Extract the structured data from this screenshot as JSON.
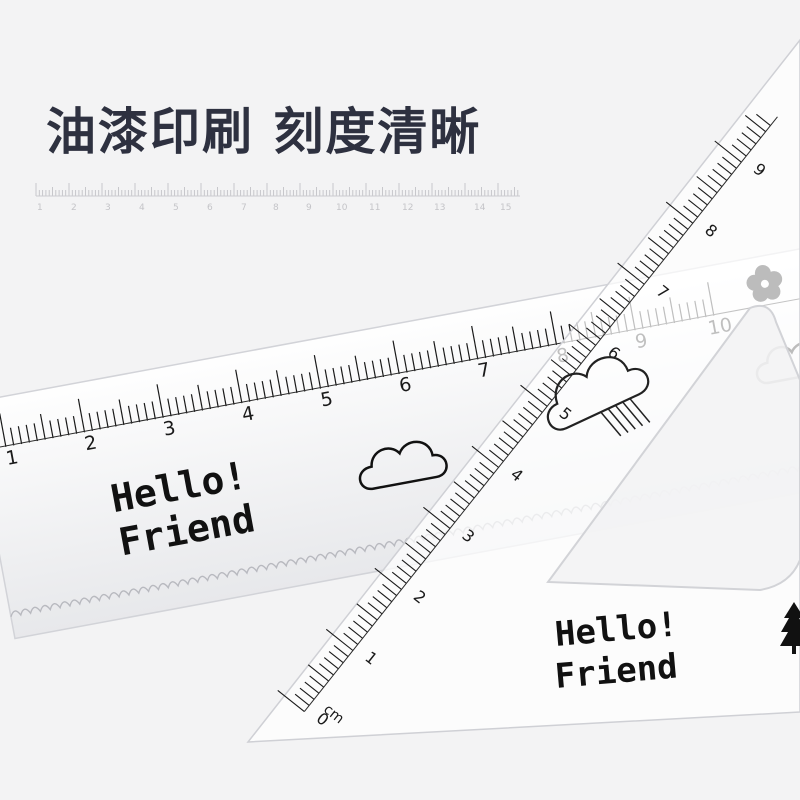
{
  "headline": "油漆印刷 刻度清晰",
  "faint_scale_numbers": [
    "1",
    "2",
    "3",
    "4",
    "5",
    "6",
    "7",
    "8",
    "9",
    "10",
    "11",
    "12",
    "13",
    "14",
    "15"
  ],
  "straight_ruler": {
    "numbers": [
      "1",
      "2",
      "3",
      "4",
      "5",
      "6",
      "7",
      "8",
      "9",
      "10"
    ],
    "text_line1": "Hello!",
    "text_line2": "Friend"
  },
  "triangle_ruler": {
    "numbers": [
      "0",
      "1",
      "2",
      "3",
      "4",
      "5",
      "6",
      "7",
      "8",
      "9"
    ],
    "unit": "cm",
    "text_line1": "Hello!",
    "text_line2": "Friend"
  },
  "colors": {
    "headline": "#2e3140",
    "background": "#f3f3f4",
    "ink": "#111111"
  },
  "icons": [
    "flower-icon",
    "cloud-icon",
    "tree-icon"
  ]
}
